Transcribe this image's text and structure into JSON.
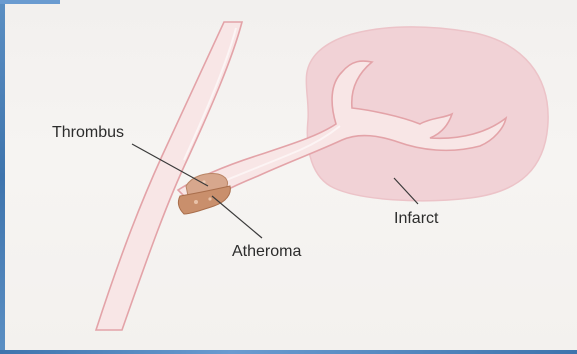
{
  "labels": {
    "thrombus": "Thrombus",
    "atheroma": "Atheroma",
    "infarct": "Infarct"
  },
  "colors": {
    "background": "#f4f2ef",
    "vessel_fill": "#f8e6e6",
    "vessel_edge": "#e3a3a8",
    "infarct_fill": "#f1d2d6",
    "thrombus": "#d7a78d",
    "atheroma": "#c98f6c",
    "leader_line": "#3a3a3a",
    "frame_accent": "#4a7fb8"
  }
}
